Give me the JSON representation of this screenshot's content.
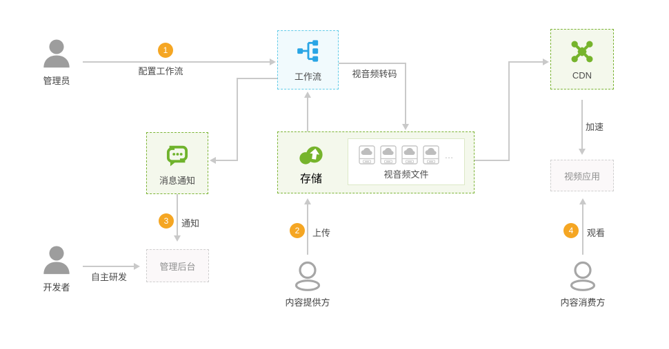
{
  "actors": {
    "admin": "管理员",
    "developer": "开发者",
    "provider": "内容提供方",
    "consumer": "内容消费方"
  },
  "nodes": {
    "workflow": "工作流",
    "cdn": "CDN",
    "notification": "消息通知",
    "storage": "存储",
    "media_files": "视音频文件",
    "files_ellipsis": "…",
    "admin_backend": "管理后台",
    "video_app": "视频应用"
  },
  "edges": {
    "configure": {
      "step": "1",
      "label": "配置工作流"
    },
    "transcode": {
      "label": "视音频转码"
    },
    "upload": {
      "step": "2",
      "label": "上传"
    },
    "notify": {
      "step": "3",
      "label": "通知"
    },
    "watch": {
      "step": "4",
      "label": "观看"
    },
    "accelerate": {
      "label": "加速"
    },
    "self_develop": {
      "label": "自主研发"
    }
  },
  "icons": {
    "workflow": "workflow-branch-icon",
    "cdn": "cdn-nodes-icon",
    "notification": "chat-bubbles-icon",
    "storage": "upload-cloud-icon",
    "media_file": "media-file-icon",
    "actor_internal": "person-filled-icon",
    "actor_external": "person-outline-icon"
  },
  "colors": {
    "blue_icon": "#29a5e5",
    "blue_border": "#5fcbe8",
    "blue_bg": "#f1fafd",
    "green_icon": "#76b42c",
    "green_border": "#7ab332",
    "green_bg": "#f4f8ec",
    "gray_box_bg": "#fbf8f9",
    "gray_border": "#cfcfcf",
    "badge": "#f5a623",
    "line": "#c9c9c9",
    "person": "#9d9d9d"
  }
}
